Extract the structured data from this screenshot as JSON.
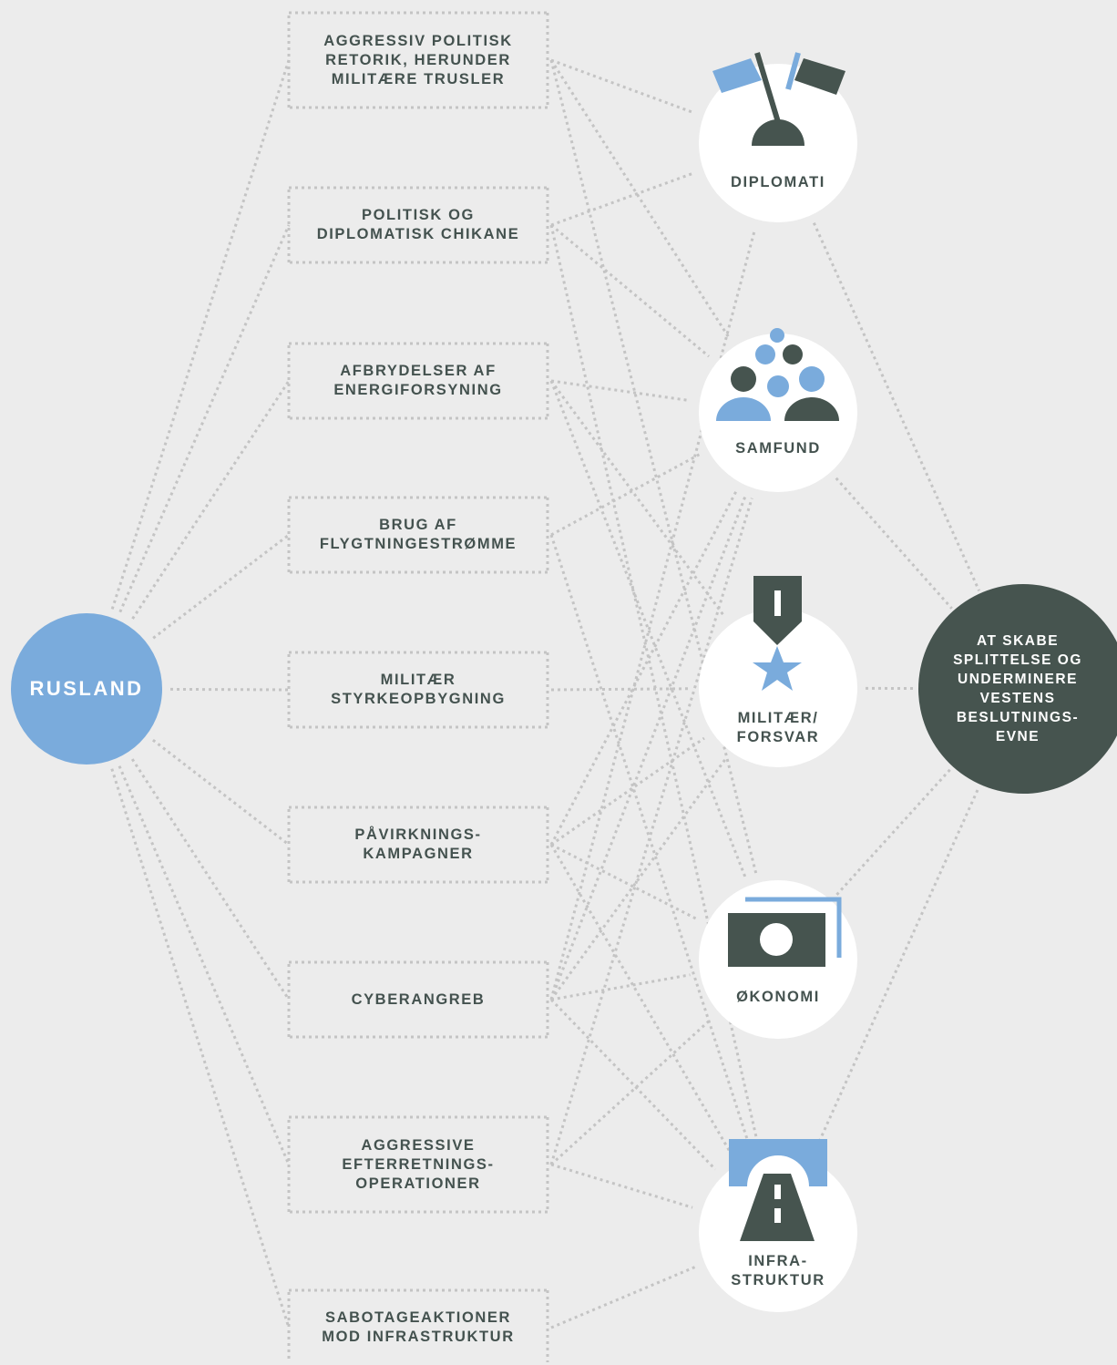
{
  "origin": {
    "label": "RUSLAND"
  },
  "methods": [
    {
      "label": "AGGRESSIV POLITISK\nRETORIK, HERUNDER\nMILITÆRE TRUSLER"
    },
    {
      "label": "POLITISK OG\nDIPLOMATISK CHIKANE"
    },
    {
      "label": "AFBRYDELSER AF\nENERGIFORSYNING"
    },
    {
      "label": "BRUG AF\nFLYGTNINGESTRØMME"
    },
    {
      "label": "MILITÆR\nSTYRKEOPBYGNING"
    },
    {
      "label": "PÅVIRKNINGS-\nKAMPAGNER"
    },
    {
      "label": "CYBERANGREB"
    },
    {
      "label": "AGGRESSIVE\nEFTERRETNINGS-\nOPERATIONER"
    },
    {
      "label": "SABOTAGEAKTIONER\nMOD INFRASTRUKTUR"
    }
  ],
  "targets": [
    {
      "label": "DIPLOMATI",
      "icon": "flags-icon"
    },
    {
      "label": "SAMFUND",
      "icon": "people-icon"
    },
    {
      "label": "MILITÆR/\nFORSVAR",
      "icon": "medal-icon"
    },
    {
      "label": "ØKONOMI",
      "icon": "banknote-icon"
    },
    {
      "label": "INFRA-\nSTRUKTUR",
      "icon": "road-bridge-icon"
    }
  ],
  "goal": {
    "label": "AT SKABE\nSPLITTELSE OG\nUNDERMINERE\nVESTENS\nBESLUTNINGS-\nEVNE"
  },
  "colors": {
    "background": "#ececec",
    "accent_blue": "#7aabdc",
    "dark": "#46544f",
    "dotted_line": "#c4c4c4",
    "target_fill": "#ffffff"
  }
}
